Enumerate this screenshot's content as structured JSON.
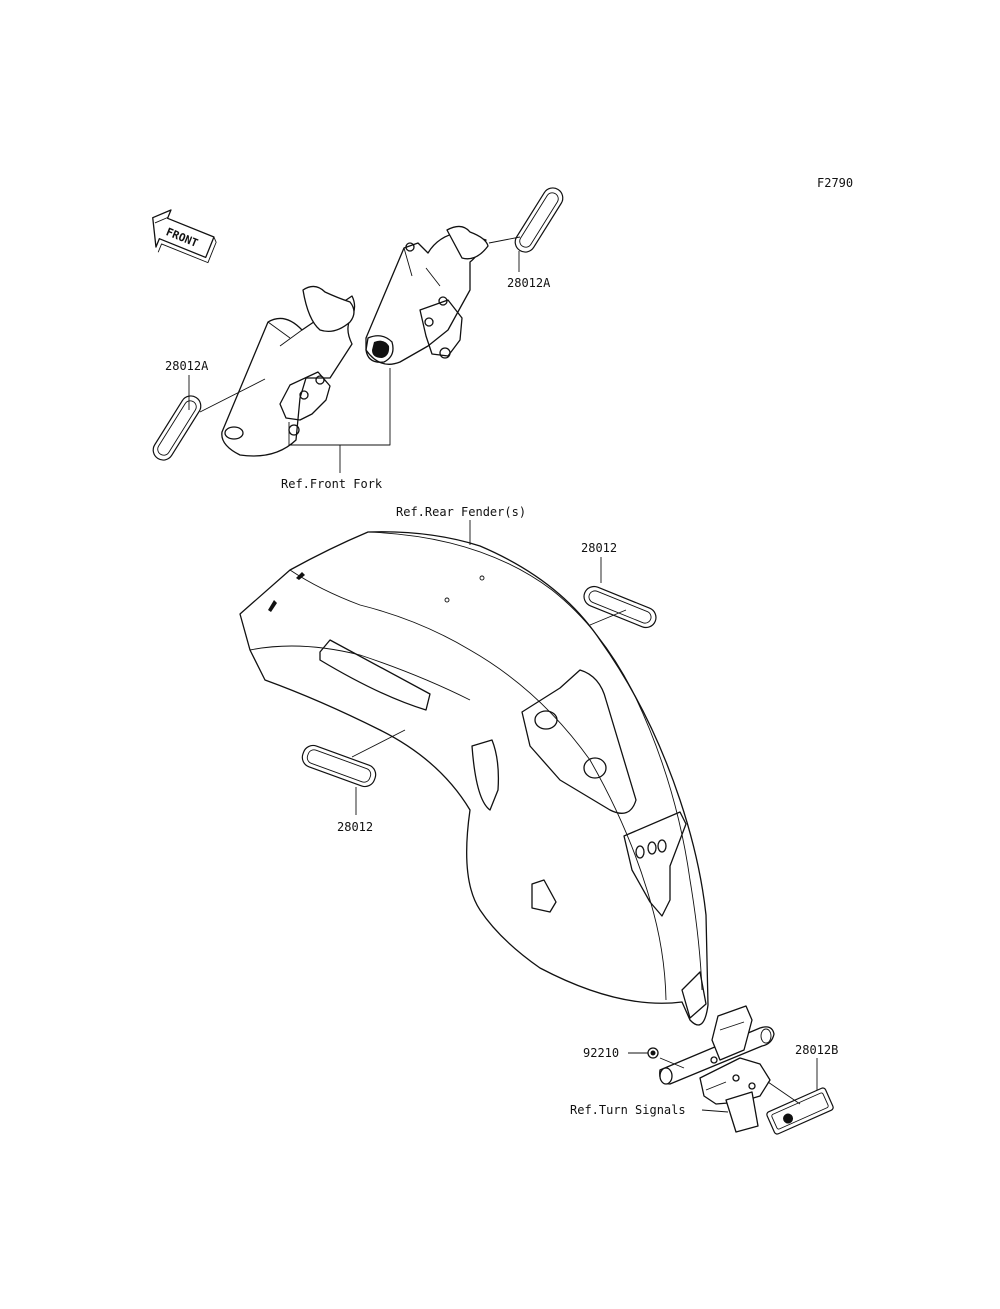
{
  "diagram_code": "F2790",
  "front_label": "FRONT",
  "labels": {
    "fork_left_part": "28012A",
    "fork_right_part": "28012A",
    "ref_front_fork": "Ref.Front Fork",
    "ref_rear_fender": "Ref.Rear Fender(s)",
    "fender_top_part": "28012",
    "fender_side_part": "28012",
    "nut_part": "92210",
    "plate_reflector_part": "28012B",
    "ref_turn_signals": "Ref.Turn Signals"
  }
}
